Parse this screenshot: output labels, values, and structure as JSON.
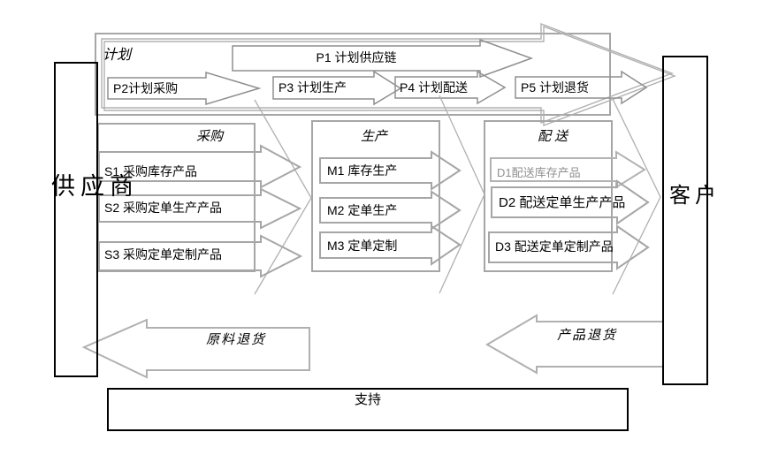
{
  "diagram": {
    "supplier_label": "供应商",
    "customer_label": "客户",
    "support_label": "支持",
    "plan": {
      "section_label": "计划",
      "p1": "P1  计划供应链",
      "p2": "P2计划采购",
      "p3": "P3  计划生产",
      "p4": "P4  计划配送",
      "p5": "P5  计划退货"
    },
    "source": {
      "section_label": "采购",
      "items": [
        "S1  采购库存产品",
        "S2 采购定单生产产品",
        "S3  采购定单定制产品"
      ]
    },
    "make": {
      "section_label": "生产",
      "items": [
        "M1   库存生产",
        "M2   定单生产",
        "M3    定单定制"
      ]
    },
    "deliver": {
      "section_label": "配  送",
      "items": [
        "D1配送库存产品",
        "D2  配送定单生产产品",
        "D3  配送定单定制产品"
      ]
    },
    "returns": {
      "material": "原料退货",
      "product": "产品退货"
    },
    "colors": {
      "shape_outline": "#a6a6a6",
      "box_border": "#000000",
      "text": "#000000",
      "muted_text": "#8f8f8f"
    }
  }
}
